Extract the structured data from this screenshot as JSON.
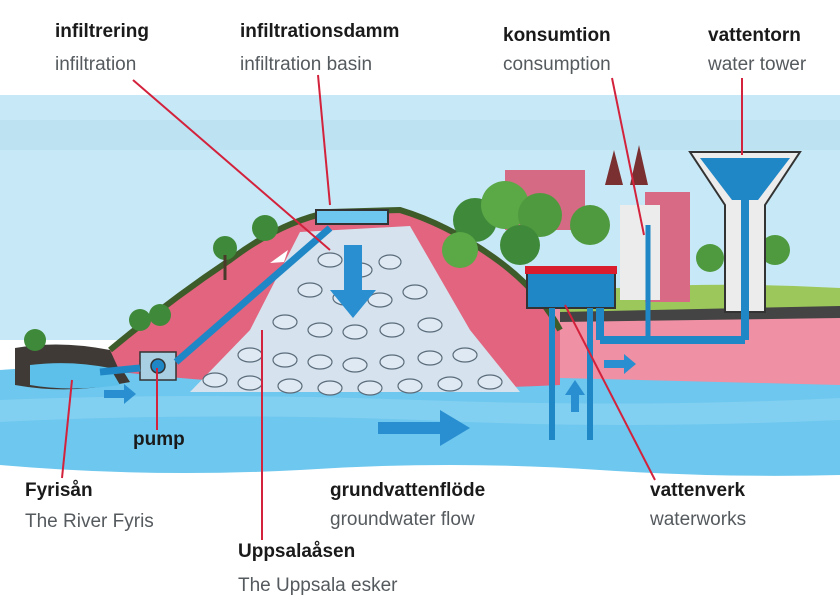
{
  "labels": {
    "infiltrering": {
      "sv": "infiltrering",
      "en": "infiltration"
    },
    "basin": {
      "sv": "infiltrationsdamm",
      "en": "infiltration basin"
    },
    "consumption": {
      "sv": "konsumtion",
      "en": "consumption"
    },
    "tower": {
      "sv": "vattentorn",
      "en": "water tower"
    },
    "pump": {
      "sv": "pump"
    },
    "river": {
      "sv": "Fyrisån",
      "en": "The River Fyris"
    },
    "flow": {
      "sv": "grundvattenflöde",
      "en": "groundwater flow"
    },
    "waterworks": {
      "sv": "vattenverk",
      "en": "waterworks"
    },
    "esker": {
      "sv": "Uppsalaåsen",
      "en": "The Uppsala esker"
    }
  },
  "colors": {
    "sky": "#bfe3f3",
    "water": "#5dc0ea",
    "esker": "#e2647f",
    "pipe": "#1f87c6",
    "pointer_line": "#d3223c",
    "tank_roof": "#d91c2e"
  }
}
